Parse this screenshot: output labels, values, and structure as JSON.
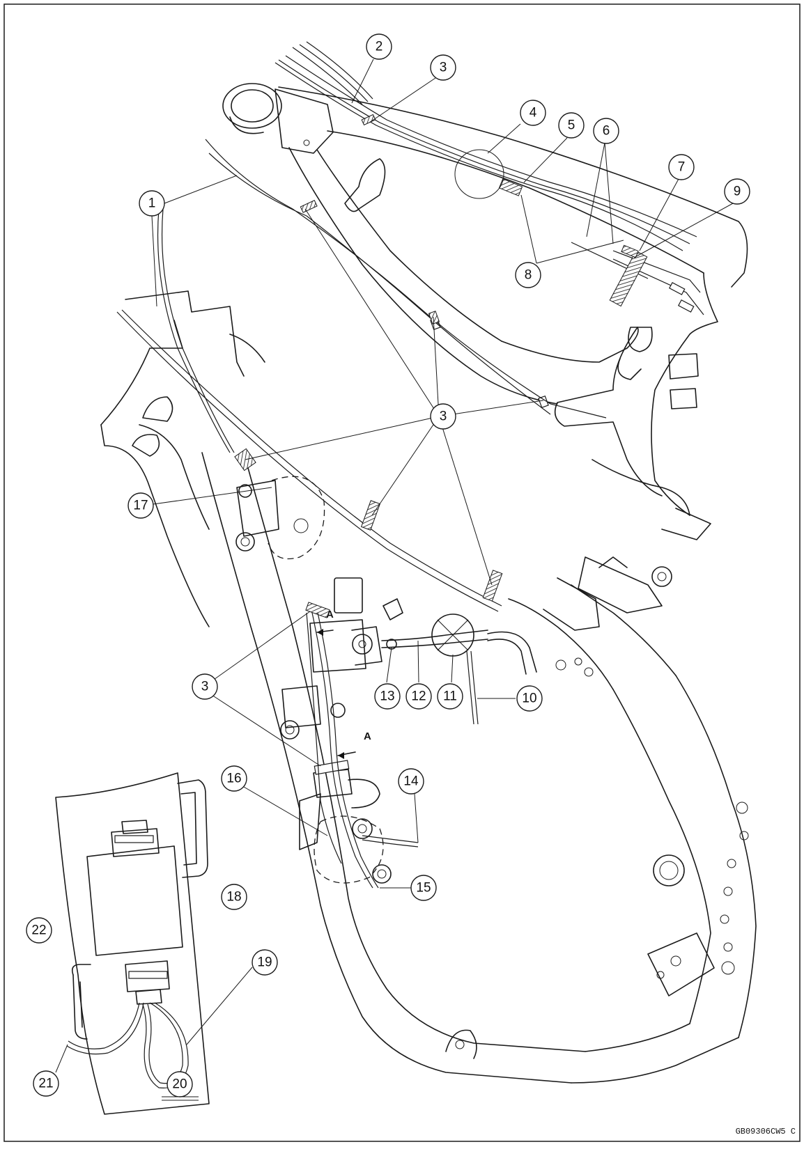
{
  "figure_code": "GB09306CW5 C",
  "view_marker": "A",
  "callouts": [
    {
      "id": "c1",
      "label": "1"
    },
    {
      "id": "c2",
      "label": "2"
    },
    {
      "id": "c3",
      "label": "3"
    },
    {
      "id": "c4",
      "label": "4"
    },
    {
      "id": "c5",
      "label": "5"
    },
    {
      "id": "c6",
      "label": "6"
    },
    {
      "id": "c7",
      "label": "7"
    },
    {
      "id": "c8",
      "label": "8"
    },
    {
      "id": "c9",
      "label": "9"
    },
    {
      "id": "c3b",
      "label": "3"
    },
    {
      "id": "c17",
      "label": "17"
    },
    {
      "id": "c3c",
      "label": "3"
    },
    {
      "id": "c13",
      "label": "13"
    },
    {
      "id": "c12",
      "label": "12"
    },
    {
      "id": "c11",
      "label": "11"
    },
    {
      "id": "c10",
      "label": "10"
    },
    {
      "id": "c16",
      "label": "16"
    },
    {
      "id": "c14",
      "label": "14"
    },
    {
      "id": "c15",
      "label": "15"
    },
    {
      "id": "c18",
      "label": "18"
    },
    {
      "id": "c22",
      "label": "22"
    },
    {
      "id": "c19",
      "label": "19"
    },
    {
      "id": "c21",
      "label": "21"
    },
    {
      "id": "c20",
      "label": "20"
    }
  ]
}
